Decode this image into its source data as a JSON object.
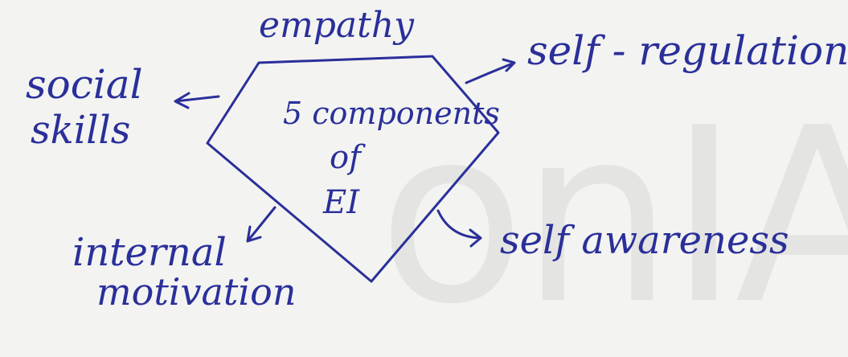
{
  "diagram": {
    "center": {
      "line1": "5 components",
      "line2": "of",
      "line3": "EI"
    },
    "components": {
      "empathy": "empathy",
      "self_regulation": "self - regulation",
      "social_skills_line1": "social",
      "social_skills_line2": "skills",
      "internal_motivation_line1": "internal",
      "internal_motivation_line2": "motivation",
      "self_awareness": "self awareness"
    }
  },
  "watermark": "onIAS",
  "colors": {
    "ink": "#2a2f9a",
    "paper": "#f3f3f1"
  }
}
